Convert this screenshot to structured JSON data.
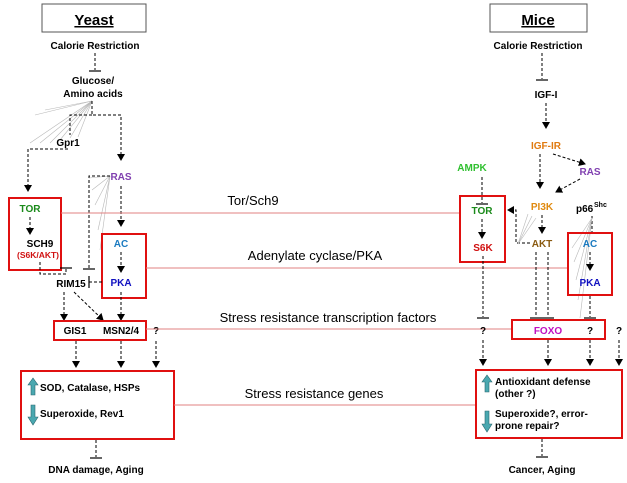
{
  "headers": {
    "yeast": "Yeast",
    "mice": "Mice"
  },
  "colors": {
    "tor": "#1a8a1a",
    "ras": "#8040b0",
    "ac": "#1a7ac0",
    "pka": "#1010c0",
    "s6k": "#d01010",
    "ampk": "#30c030",
    "igfir": "#e07a10",
    "pi3k": "#e08a10",
    "akt": "#8a5a10",
    "foxo": "#c010c0",
    "box": "#e01010",
    "link": "#e08080"
  },
  "yeast": {
    "calorie": "Calorie  Restriction",
    "glucose_line1": "Glucose/",
    "glucose_line2": "Amino acids",
    "gpr1": "Gpr1",
    "ras": "RAS",
    "tor": "TOR",
    "sch9": "SCH9",
    "sch9_sub": "(S6K/AKT)",
    "ac": "AC",
    "pka": "PKA",
    "rim15": "RIM15",
    "gis1": "GIS1",
    "msn": "MSN2/4",
    "q": "?",
    "sod": "SOD, Catalase, HSPs",
    "superoxide": "Superoxide, Rev1",
    "outcome": "DNA damage, Aging"
  },
  "mice": {
    "calorie": "Calorie  Restriction",
    "igf1": "IGF-I",
    "igf1r": "IGF-IR",
    "ampk": "AMPK",
    "ras": "RAS",
    "tor": "TOR",
    "s6k": "S6K",
    "pi3k": "PI3K",
    "akt": "AKT",
    "p66": "p66",
    "p66_sup": "Shc",
    "ac": "AC",
    "pka": "PKA",
    "foxo": "FOXO",
    "q": "?",
    "antiox_line1": "Antioxidant defense",
    "antiox_line2": "(other ?)",
    "superox_line1": "Superoxide?, error-",
    "superox_line2": "prone repair?",
    "outcome": "Cancer, Aging"
  },
  "links": {
    "tor": "Tor/Sch9",
    "ac": "Adenylate cyclase/PKA",
    "tf": "Stress resistance transcription factors",
    "genes": "Stress resistance genes"
  }
}
